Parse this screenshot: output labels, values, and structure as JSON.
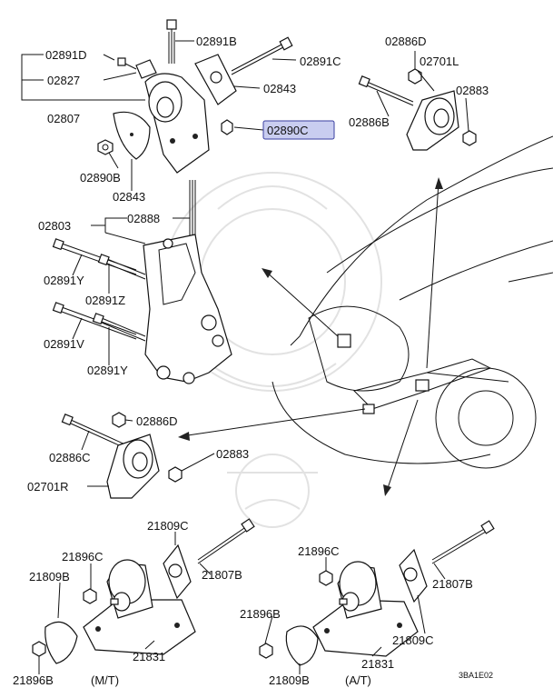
{
  "labels": {
    "l02891D": "02891D",
    "l02891B": "02891B",
    "l02891C": "02891C",
    "l02827": "02827",
    "l02843a": "02843",
    "l02807": "02807",
    "l02890C": "02890C",
    "l02890B": "02890B",
    "l02843b": "02843",
    "l02886D_top": "02886D",
    "l02701L": "02701L",
    "l02883_top": "02883",
    "l02886B": "02886B",
    "l02803": "02803",
    "l02888": "02888",
    "l02891Y_a": "02891Y",
    "l02891Z": "02891Z",
    "l02891V": "02891V",
    "l02891Y_b": "02891Y",
    "l02886D_mid": "02886D",
    "l02886C": "02886C",
    "l02883_mid": "02883",
    "l02701R": "02701R",
    "l21809C_a": "21809C",
    "l21896C_a": "21896C",
    "l21807B_a": "21807B",
    "l21809B_a": "21809B",
    "l21831_a": "21831",
    "l21896B_a": "21896B",
    "lMT": "(M/T)",
    "l21896C_b": "21896C",
    "l21807B_b": "21807B",
    "l21896B_b": "21896B",
    "l21809C_b": "21809C",
    "l21831_b": "21831",
    "l21809B_b": "21809B",
    "lAT": "(A/T)",
    "code": "3BA1E02"
  },
  "highlight_color": "#c9cdf0"
}
